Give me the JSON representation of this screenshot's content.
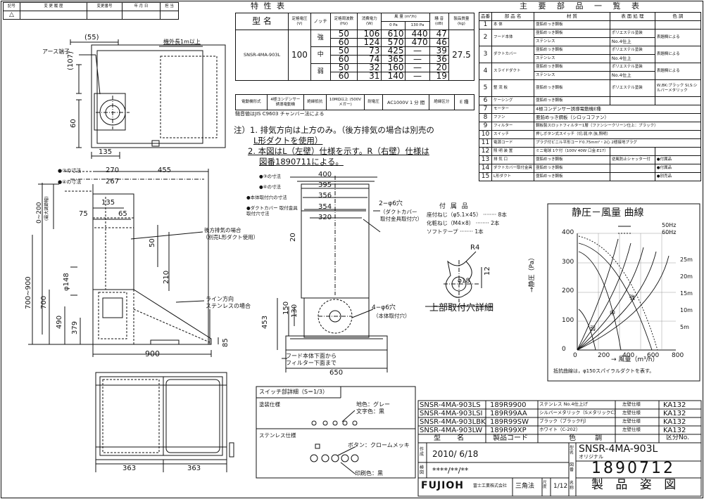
{
  "rev_header": {
    "mark": "記号",
    "content": "変 更 履 歴",
    "no": "変更番号",
    "date": "年 月 日",
    "by": "担 当"
  },
  "spec": {
    "title": "特 性 表",
    "h_model": "型 名",
    "h_voltage": "定格電圧 (V)",
    "h_notch": "ノッチ",
    "h_freq": "定格周波数 (Hz)",
    "h_power": "消費電力 (W)",
    "h_flow": "風 量 (m³/h)",
    "h_0pa": "0 Pa",
    "h_130pa": "130 Pa",
    "h_noise": "騒 音 (dB)",
    "h_mass": "製品質量 (kg)",
    "model": "SNSR-4MA-903L",
    "voltage": "100",
    "mass": "27.5",
    "rows": [
      {
        "notch": "強",
        "freq": "50",
        "power": "106",
        "f0": "610",
        "f130": "440",
        "db": "47"
      },
      {
        "notch": "",
        "freq": "60",
        "power": "124",
        "f0": "570",
        "f130": "470",
        "db": "46"
      },
      {
        "notch": "中",
        "freq": "50",
        "power": "73",
        "f0": "425",
        "f130": "—",
        "db": "39"
      },
      {
        "notch": "",
        "freq": "60",
        "power": "74",
        "f0": "365",
        "f130": "—",
        "db": "36"
      },
      {
        "notch": "弱",
        "freq": "50",
        "power": "32",
        "f0": "160",
        "f130": "—",
        "db": "20"
      },
      {
        "notch": "",
        "freq": "60",
        "power": "31",
        "f0": "140",
        "f130": "—",
        "db": "19"
      }
    ],
    "motor_label": "電動機形式",
    "motor": "4極コンデンサー誘導電動機",
    "insul_label": "絶縁抵抗",
    "insul": "10MΩ以上 (500Vメガー)",
    "withstand_label": "耐電圧",
    "withstand": "AC1000V 1 分 間",
    "insul_class_label": "絶縁区分",
    "insul_class": "E 種",
    "note": "騒音値はJIS C9603 チャンバー法による"
  },
  "notes": {
    "n1a": "注）1. 排気方向は上方のみ。（後方排気の場合は別売の",
    "n1b": "L形ダクトを使用）",
    "n2a": "2. 本図はL（左壁）仕様を示す。R（右壁）仕様は",
    "n2b": "図番1890711による。"
  },
  "parts": {
    "title": "主 要 部 品 一 覧 表",
    "h_no": "品番",
    "h_name": "部 品 名",
    "h_mat": "材 質",
    "h_finish": "表 面 処 理",
    "h_color": "色 調",
    "rows": [
      {
        "no": "1",
        "name": "本 体",
        "mat": "亜鉛めっき鋼板",
        "finish": "",
        "color": ""
      },
      {
        "no": "2",
        "name": "フード本体",
        "mat": "亜鉛めっき鋼板",
        "finish": "ポリエステル塗装",
        "color": "表題欄による"
      },
      {
        "no": "",
        "name": "",
        "mat": "ステンレス",
        "finish": "No.4仕上",
        "color": ""
      },
      {
        "no": "3",
        "name": "ダクトカバー",
        "mat": "亜鉛めっき鋼板",
        "finish": "ポリエステル塗装",
        "color": "表題欄による"
      },
      {
        "no": "",
        "name": "",
        "mat": "ステンレス",
        "finish": "No.4仕上",
        "color": ""
      },
      {
        "no": "4",
        "name": "スライドダクト",
        "mat": "亜鉛めっき鋼板",
        "finish": "ポリエステル塗装",
        "color": "表題欄による"
      },
      {
        "no": "",
        "name": "",
        "mat": "ステンレス",
        "finish": "No.4仕上",
        "color": ""
      },
      {
        "no": "5",
        "name": "整 流 板",
        "mat": "亜鉛めっき鋼板",
        "finish": "ポリエステル塗装",
        "color": "W,BK:ブラック SI,S:シルバーメタリック"
      },
      {
        "no": "6",
        "name": "ケーシング",
        "mat": "亜鉛めっき鋼板",
        "finish": "",
        "color": ""
      },
      {
        "no": "7",
        "name": "モーター",
        "mat": "4極コンデンサー誘導電動機E種",
        "finish": "",
        "color": ""
      },
      {
        "no": "8",
        "name": "ファン",
        "mat": "亜鉛めっき鋼板（シロッコファン）",
        "finish": "",
        "color": ""
      },
      {
        "no": "9",
        "name": "フィルター",
        "mat": "鋼板製スロットフィルター1層（ファンシークリーン仕上：ブラック）",
        "finish": "",
        "color": ""
      },
      {
        "no": "10",
        "name": "スイッチ",
        "mat": "押しボタン式スイッチ（切,弱,中,強,照明）",
        "finish": "",
        "color": ""
      },
      {
        "no": "11",
        "name": "電源コード",
        "mat": "プラグ付ビニル平形コード0.75mm²・2心 2極接地プラグ",
        "finish": "",
        "color": ""
      },
      {
        "no": "12",
        "name": "照 明 装 置",
        "mat": "ミニ電球 1ケ付（100V 40W 口金:E17）",
        "finish": "",
        "color": ""
      },
      {
        "no": "13",
        "name": "排 気 口",
        "mat": "亜鉛めっき鋼板",
        "finish": "逆風防止シャッター付",
        "color": "●付属品"
      },
      {
        "no": "14",
        "name": "ダクトカバー取付金具",
        "mat": "亜鉛めっき鋼板",
        "finish": "",
        "color": "●付属品"
      },
      {
        "no": "15",
        "name": "L形ダクト",
        "mat": "亜鉛めっき鋼板",
        "finish": "",
        "color": "●別売品"
      }
    ]
  },
  "accessories": {
    "title": "付 属 品",
    "items": [
      {
        "name": "座付ねじ（φ5.1×45）",
        "qty": "8本"
      },
      {
        "name": "化粧ねじ（M4×8）",
        "qty": "2本"
      },
      {
        "name": "ソフトテープ",
        "qty": "1本"
      }
    ]
  },
  "graph": {
    "title": "静圧－風量 曲線",
    "legend_50": "50Hz",
    "legend_60": "60Hz",
    "ylabel": "→静圧（Pa）",
    "xlabel": "→ 風量（m³/h）",
    "yticks": [
      "0",
      "100",
      "200",
      "300",
      "400"
    ],
    "xticks": [
      "0",
      "200",
      "400",
      "600",
      "800"
    ],
    "rticks": [
      "5m",
      "10m",
      "15m",
      "20m",
      "25m"
    ],
    "curves": [
      "強",
      "中",
      "弱"
    ],
    "note": "抵抗曲線は，φ150スパイラルダクトを表す。"
  },
  "dims": {
    "d55": "(55)",
    "earth": "アース端子",
    "cord": "機外長1m以上",
    "d107": "(107)",
    "d60": "60",
    "d135a": "135",
    "d270": "270",
    "d267": "267",
    "dim3": "●③の寸法",
    "dim4": "●④の寸法",
    "d455": "455",
    "range": "0~200",
    "range_note": "(最大調節幅)",
    "d135b": "135",
    "d75": "75",
    "d65": "65",
    "d50": "50",
    "d210": "210",
    "rear": "後方排気の場合",
    "rear2": "（別売L形ダクト使用）",
    "h700900": "700~900",
    "h700": "700",
    "phi148": "φ148",
    "h490": "490",
    "h379": "379",
    "line1": "ライン方向",
    "line2": "ステンレスの場合",
    "d85": "85",
    "d900": "900",
    "d400": "400",
    "d395": "395",
    "d356": "356",
    "d354": "354",
    "d320": "320",
    "body_mount": "●本体取付穴の寸法",
    "cover_mount": "●ダクトカバー 取付金具取付穴寸法",
    "hole6a": "2−φ6穴",
    "hole6a2": "（ダクトカバー",
    "hole6a3": "取付金具取付穴）",
    "d20": "20",
    "d150": "150",
    "d130": "130",
    "d453": "453",
    "hole4": "4−φ6穴",
    "hole4b": "（本体取付穴）",
    "filter1": "フード本体下面から",
    "filter2": "フィルター下面まで",
    "d650": "650",
    "d363a": "363",
    "d363b": "363",
    "r4": "R4",
    "phi18": "φ18",
    "d12": "12",
    "hole_title": "上部取付穴詳細"
  },
  "switch": {
    "title": "スイッチ部詳細（S＝1/3）",
    "painted": "塗装仕様",
    "p_body": "地色：グレー",
    "p_text": "文字色：黒",
    "stainless": "ステンレス仕様",
    "s_button": "ボタン：クロームメッキ",
    "s_print": "印刷色：黒"
  },
  "variants": {
    "rows": [
      {
        "model": "SNSR-4MA-903LS",
        "code": "189R9900",
        "color": "ステンレス No.4仕上げ",
        "spec": "左壁仕様",
        "cls": "KA132"
      },
      {
        "model": "SNSR-4MA-903LSI",
        "code": "189R99AA",
        "color": "シルバーメタリック（SメタリックC）",
        "spec": "左壁仕様",
        "cls": "KA132"
      },
      {
        "model": "SNSR-4MA-903LBK",
        "code": "189R99SW",
        "color": "ブラック（ブラックFJ）",
        "spec": "左壁仕様",
        "cls": "KA132"
      },
      {
        "model": "SNSR-4MA-903LW",
        "code": "189R99XP",
        "color": "ホワイト（C-202）",
        "spec": "左壁仕様",
        "cls": "KA132"
      }
    ],
    "h_model": "型 名",
    "h_code": "製品コード",
    "h_color": "色 調",
    "h_cls": "区分No."
  },
  "title_block": {
    "date_label": "作成",
    "date": "2010/ 6/18",
    "check_label": "検図",
    "check": "****/**/**",
    "brand": "FUJIOH",
    "company": "富士工業株式会社",
    "projection": "三角法",
    "scale_label": "尺度",
    "scale": "1/12",
    "model_label": "型名",
    "model": "SNSR-4MA-903L",
    "original": "オリジナル",
    "drawing_label": "図番",
    "drawing_no": "1890712",
    "name_label": "名称",
    "name": "製 品 姿 図"
  }
}
